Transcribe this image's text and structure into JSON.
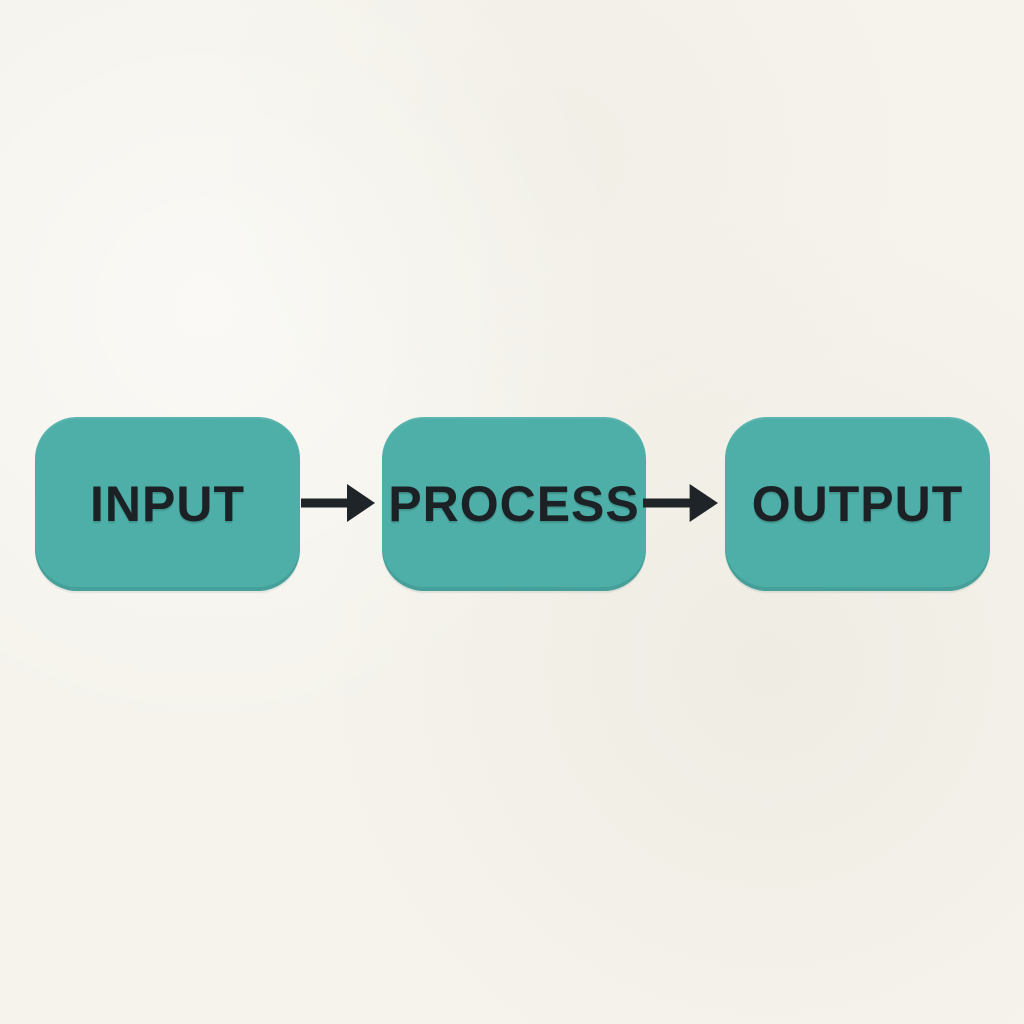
{
  "diagram": {
    "type": "flowchart",
    "direction": "left-to-right",
    "nodes": [
      {
        "id": "input",
        "label": "INPUT"
      },
      {
        "id": "process",
        "label": "PROCESS"
      },
      {
        "id": "output",
        "label": "OUTPUT"
      }
    ],
    "connections": [
      {
        "from": "input",
        "to": "process",
        "style": "arrow-right"
      },
      {
        "from": "process",
        "to": "output",
        "style": "arrow-right"
      }
    ],
    "colors": {
      "background": "#f5f3ec",
      "node_fill": "#4eafa8",
      "node_text": "#1b2124",
      "arrow": "#1e2427"
    }
  }
}
